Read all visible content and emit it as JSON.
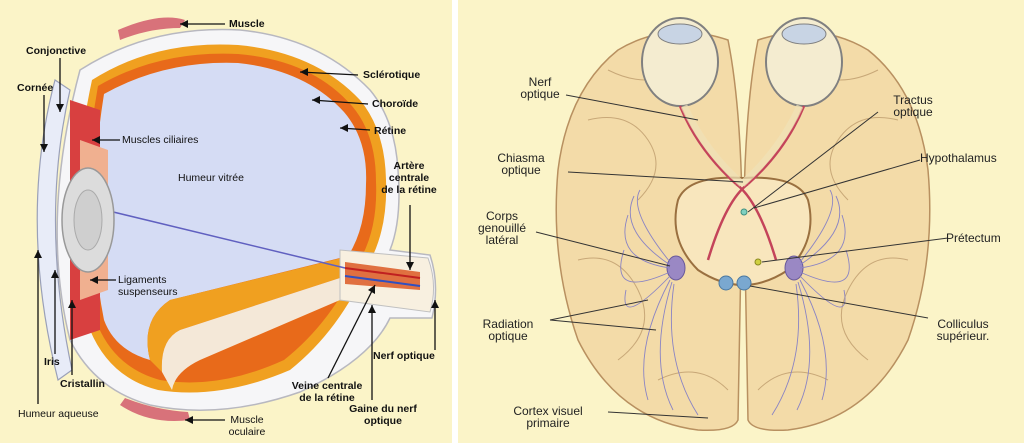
{
  "eye": {
    "muscle_top": "Muscle",
    "conjonctive": "Conjonctive",
    "sclerotique": "Sclérotique",
    "cornee": "Cornée",
    "choroide": "Choroïde",
    "muscles_ciliaires": "Muscles ciliaires",
    "retine": "Rétine",
    "humeur_vitree": "Humeur vitrée",
    "artere": [
      "Artère",
      "centrale",
      "de la rétine"
    ],
    "ligaments": [
      "Ligaments",
      "suspenseurs"
    ],
    "iris": "Iris",
    "cristallin": "Cristallin",
    "nerf_optique": "Nerf optique",
    "veine": [
      "Veine centrale",
      "de la rétine"
    ],
    "gaine": [
      "Gaine du nerf",
      "optique"
    ],
    "humeur_aqueuse": "Humeur aqueuse",
    "muscle_oculaire": [
      "Muscle",
      "oculaire"
    ]
  },
  "brain": {
    "nerf_optique": [
      "Nerf",
      "optique"
    ],
    "tractus_optique": [
      "Tractus",
      "optique"
    ],
    "chiasma_optique": [
      "Chiasma",
      "optique"
    ],
    "hypothalamus": "Hypothalamus",
    "corps_genouille": [
      "Corps",
      "genouillé",
      "latéral"
    ],
    "pretectum": "Prétectum",
    "radiation_optique": [
      "Radiation",
      "optique"
    ],
    "colliculus": [
      "Colliculus",
      "supérieur."
    ],
    "cortex_visuel": [
      "Cortex visuel",
      "primaire"
    ]
  },
  "colors": {
    "background": "#fbf4c8",
    "vitreous": "#d5dcf4",
    "choroid": "#f0a020",
    "retina": "#e86a1a",
    "brain_fill": "#f3dba8",
    "optic_fibers": "#8a84c4",
    "optic_tract": "#c4445a"
  }
}
